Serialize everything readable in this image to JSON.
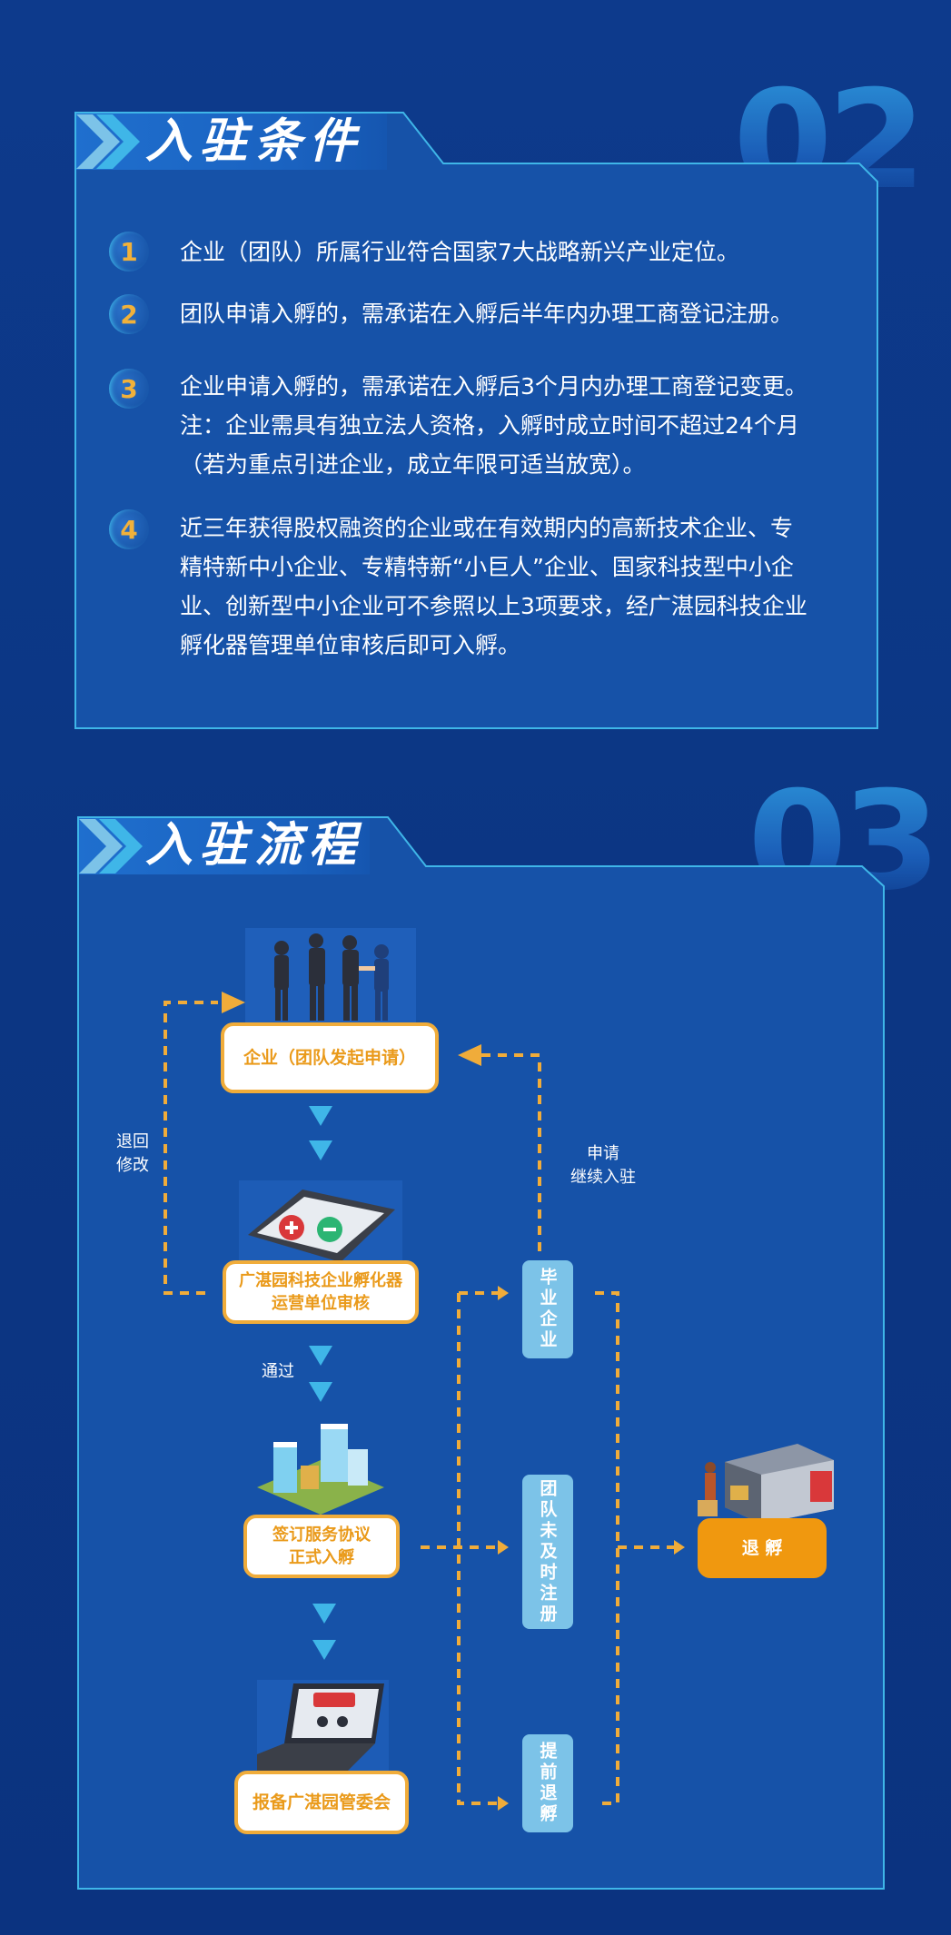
{
  "section2": {
    "number": "02",
    "title": "入驻条件",
    "items": [
      {
        "num": "1",
        "text": "企业（团队）所属行业符合国家7大战略新兴产业定位。"
      },
      {
        "num": "2",
        "text": "团队申请入孵的，需承诺在入孵后半年内办理工商登记注册。"
      },
      {
        "num": "3",
        "text": "企业申请入孵的，需承诺在入孵后3个月内办理工商登记变更。\n注：企业需具有独立法人资格，入孵时成立时间不超过24个月\n（若为重点引进企业，成立年限可适当放宽）。"
      },
      {
        "num": "4",
        "text": "近三年获得股权融资的企业或在有效期内的高新技术企业、专\n精特新中小企业、专精特新“小巨人”企业、国家科技型中小企\n业、创新型中小企业可不参照以上3项要求，经广湛园科技企业\n孵化器管理单位审核后即可入孵。"
      }
    ]
  },
  "section3": {
    "number": "03",
    "title": "入驻流程",
    "flow": {
      "apply": "企业（团队发起申请）",
      "review_line1": "广湛园科技企业孵化器",
      "review_line2": "运营单位审核",
      "sign_line1": "签订服务协议",
      "sign_line2": "正式入孵",
      "report": "报备广湛园管委会",
      "graduate": "毕业企业",
      "team_unregistered": "团队未及时注册",
      "early_exit": "提前退孵",
      "exit": "退 孵",
      "return_label_line1": "退回",
      "return_label_line2": "修改",
      "pass_label": "通过",
      "reapply_line1": "申请",
      "reapply_line2": "继续入驻"
    }
  },
  "colors": {
    "background": "#0d3a8c",
    "panel": "#1652a8",
    "accent_orange": "#f0ac3a",
    "light_blue_box": "#7cc3e8",
    "border_cyan": "#3fb6e8"
  }
}
